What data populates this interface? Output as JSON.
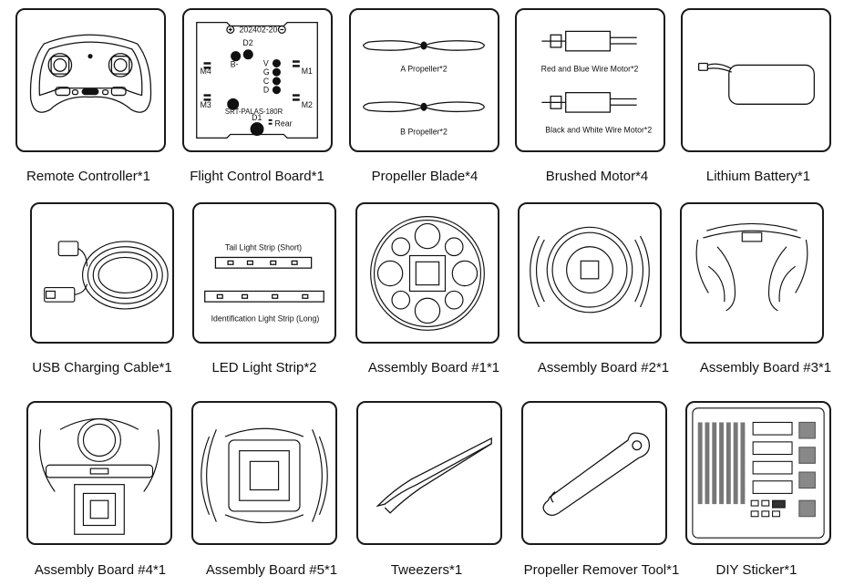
{
  "items": [
    {
      "caption": "Remote Controller*1"
    },
    {
      "caption": "Flight Control Board*1",
      "date": "202402-20",
      "model": "SRT-PALAS-180R",
      "d1": "D1",
      "d2": "D2",
      "bminus": "B-",
      "rear": "Rear",
      "m1": "M1",
      "m2": "M2",
      "m3": "M3",
      "m4": "M4",
      "v": "V",
      "g": "G",
      "c": "C",
      "d": "D"
    },
    {
      "caption": "Propeller Blade*4",
      "label_a": "A Propeller*2",
      "label_b": "B Propeller*2"
    },
    {
      "caption": "Brushed Motor*4",
      "label_rb": "Red and Blue Wire Motor*2",
      "label_bw": "Black and White Wire Motor*2"
    },
    {
      "caption": "Lithium Battery*1"
    },
    {
      "caption": "USB Charging Cable*1"
    },
    {
      "caption": "LED Light Strip*2",
      "label_short": "Tail Light Strip (Short)",
      "label_long": "Identification Light Strip (Long)"
    },
    {
      "caption": "Assembly Board #1*1"
    },
    {
      "caption": "Assembly Board #2*1"
    },
    {
      "caption": "Assembly Board #3*1"
    },
    {
      "caption": "Assembly Board #4*1"
    },
    {
      "caption": "Assembly Board #5*1"
    },
    {
      "caption": "Tweezers*1"
    },
    {
      "caption": "Propeller Remover Tool*1"
    },
    {
      "caption": "DIY Sticker*1"
    }
  ]
}
